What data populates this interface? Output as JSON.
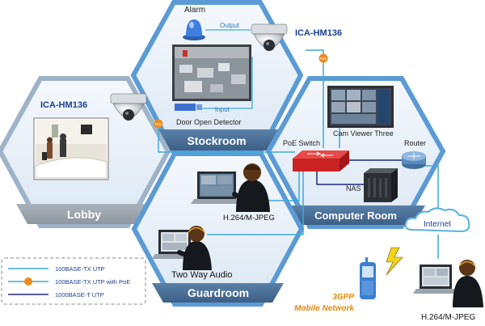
{
  "zones": {
    "stockroom": "Stockroom",
    "lobby": "Lobby",
    "guardroom": "Guardroom",
    "computer_room": "Computer Room"
  },
  "devices": {
    "camera_top": "ICA-HM136",
    "camera_left": "ICA-HM136",
    "alarm": "Alarm",
    "output": "Output",
    "input": "Input",
    "door_detector": "Door Open Detector",
    "poe_switch": "PoE Switch",
    "cam_viewer": "Cam Viewer Three",
    "router": "Router",
    "nas": "NAS",
    "internet": "Internet",
    "codec_guard": "H.264/M-JPEG",
    "two_way_audio": "Two Way Audio",
    "codec_remote": "H.264/M-JPEG",
    "mobile_line1": "3GPP",
    "mobile_line2": "Mobile Network",
    "poe_badge": "PoE"
  },
  "legend": [
    {
      "label": "100BASE-TX UTP",
      "color": "#3fa9d8"
    },
    {
      "label": "100BASE-TX UTP with PoE",
      "color": "#3fa9d8"
    },
    {
      "label": "1000BASE-T UTP",
      "color": "#1e2a78"
    }
  ],
  "colors": {
    "hex_border": "#5b9bd5",
    "zone_band": "#4a6e96",
    "lobby_band": "#9aa4ad",
    "label_blue": "#1b3f8f",
    "mobile_orange": "#e08a12",
    "poe_orange": "#f08a1c",
    "switch_red": "#d62b2b"
  }
}
